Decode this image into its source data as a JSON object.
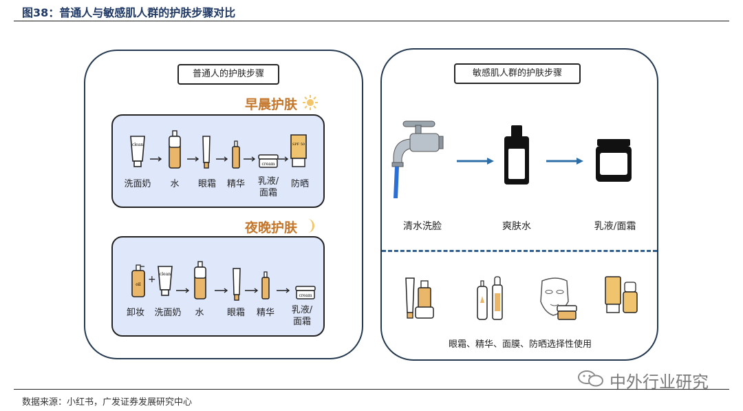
{
  "figure_title": "图38：普通人与敏感肌人群的护肤步骤对比",
  "source": "数据来源：小红书，广发证券发展研究中心",
  "watermark": "中外行业研究",
  "normal_panel": {
    "title": "普通人的护肤步骤",
    "morning": {
      "title": "早晨护肤",
      "steps": [
        "洗面奶",
        "水",
        "眼霜",
        "精华",
        "乳液/",
        "面霜",
        "防晒"
      ]
    },
    "night": {
      "title": "夜晚护肤",
      "steps": [
        "卸妆",
        "洗面奶",
        "水",
        "眼霜",
        "精华",
        "乳液/",
        "面霜"
      ]
    }
  },
  "sensitive_panel": {
    "title": "敏感肌人群的护肤步骤",
    "steps": [
      "清水洗脸",
      "爽肤水",
      "乳液/面霜"
    ],
    "optional_note": "眼霜、精华、面膜、防晒选择性使用"
  },
  "product_labels": {
    "clean": "clean",
    "oil": "oil",
    "cream": "cream",
    "spf": "SPF 50"
  },
  "colors": {
    "title_blue": "#1f3864",
    "panel_border": "#23384f",
    "routine_bg": "#dfe7fb",
    "accent_orange": "#c4762b",
    "product_fill": "#e9b66a",
    "arrow_blue": "#2e6ea6"
  }
}
